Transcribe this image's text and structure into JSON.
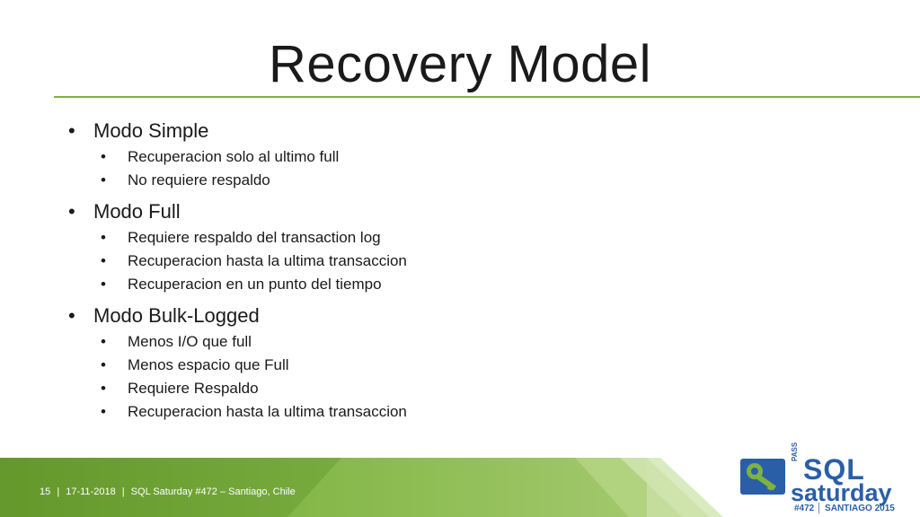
{
  "slide": {
    "title": "Recovery Model",
    "bullet_char": "•",
    "sections": [
      {
        "heading": "Modo Simple",
        "items": [
          "Recuperacion solo al ultimo full",
          "No requiere respaldo"
        ]
      },
      {
        "heading": "Modo Full",
        "items": [
          "Requiere respaldo del transaction log",
          "Recuperacion hasta la ultima transaccion",
          "Recuperacion en un punto del tiempo"
        ]
      },
      {
        "heading": "Modo Bulk-Logged",
        "items": [
          "Menos I/O que full",
          "Menos espacio que Full",
          "Requiere Respaldo",
          "Recuperacion hasta la ultima transaccion"
        ]
      }
    ]
  },
  "footer": {
    "slide_number": "15",
    "sep1": "|",
    "date": "17-11-2018",
    "sep2": "|",
    "event": "SQL Saturday #472 – Santiago, Chile"
  },
  "logo": {
    "pass": "PASS",
    "sql": "SQL",
    "saturday": "saturday",
    "edition": "#472 │ SANTIAGO 2015"
  },
  "colors": {
    "accent_green": "#7fb241",
    "dark_green": "#5d8f26",
    "logo_blue": "#2a5fa8",
    "logo_green": "#7fb241"
  }
}
